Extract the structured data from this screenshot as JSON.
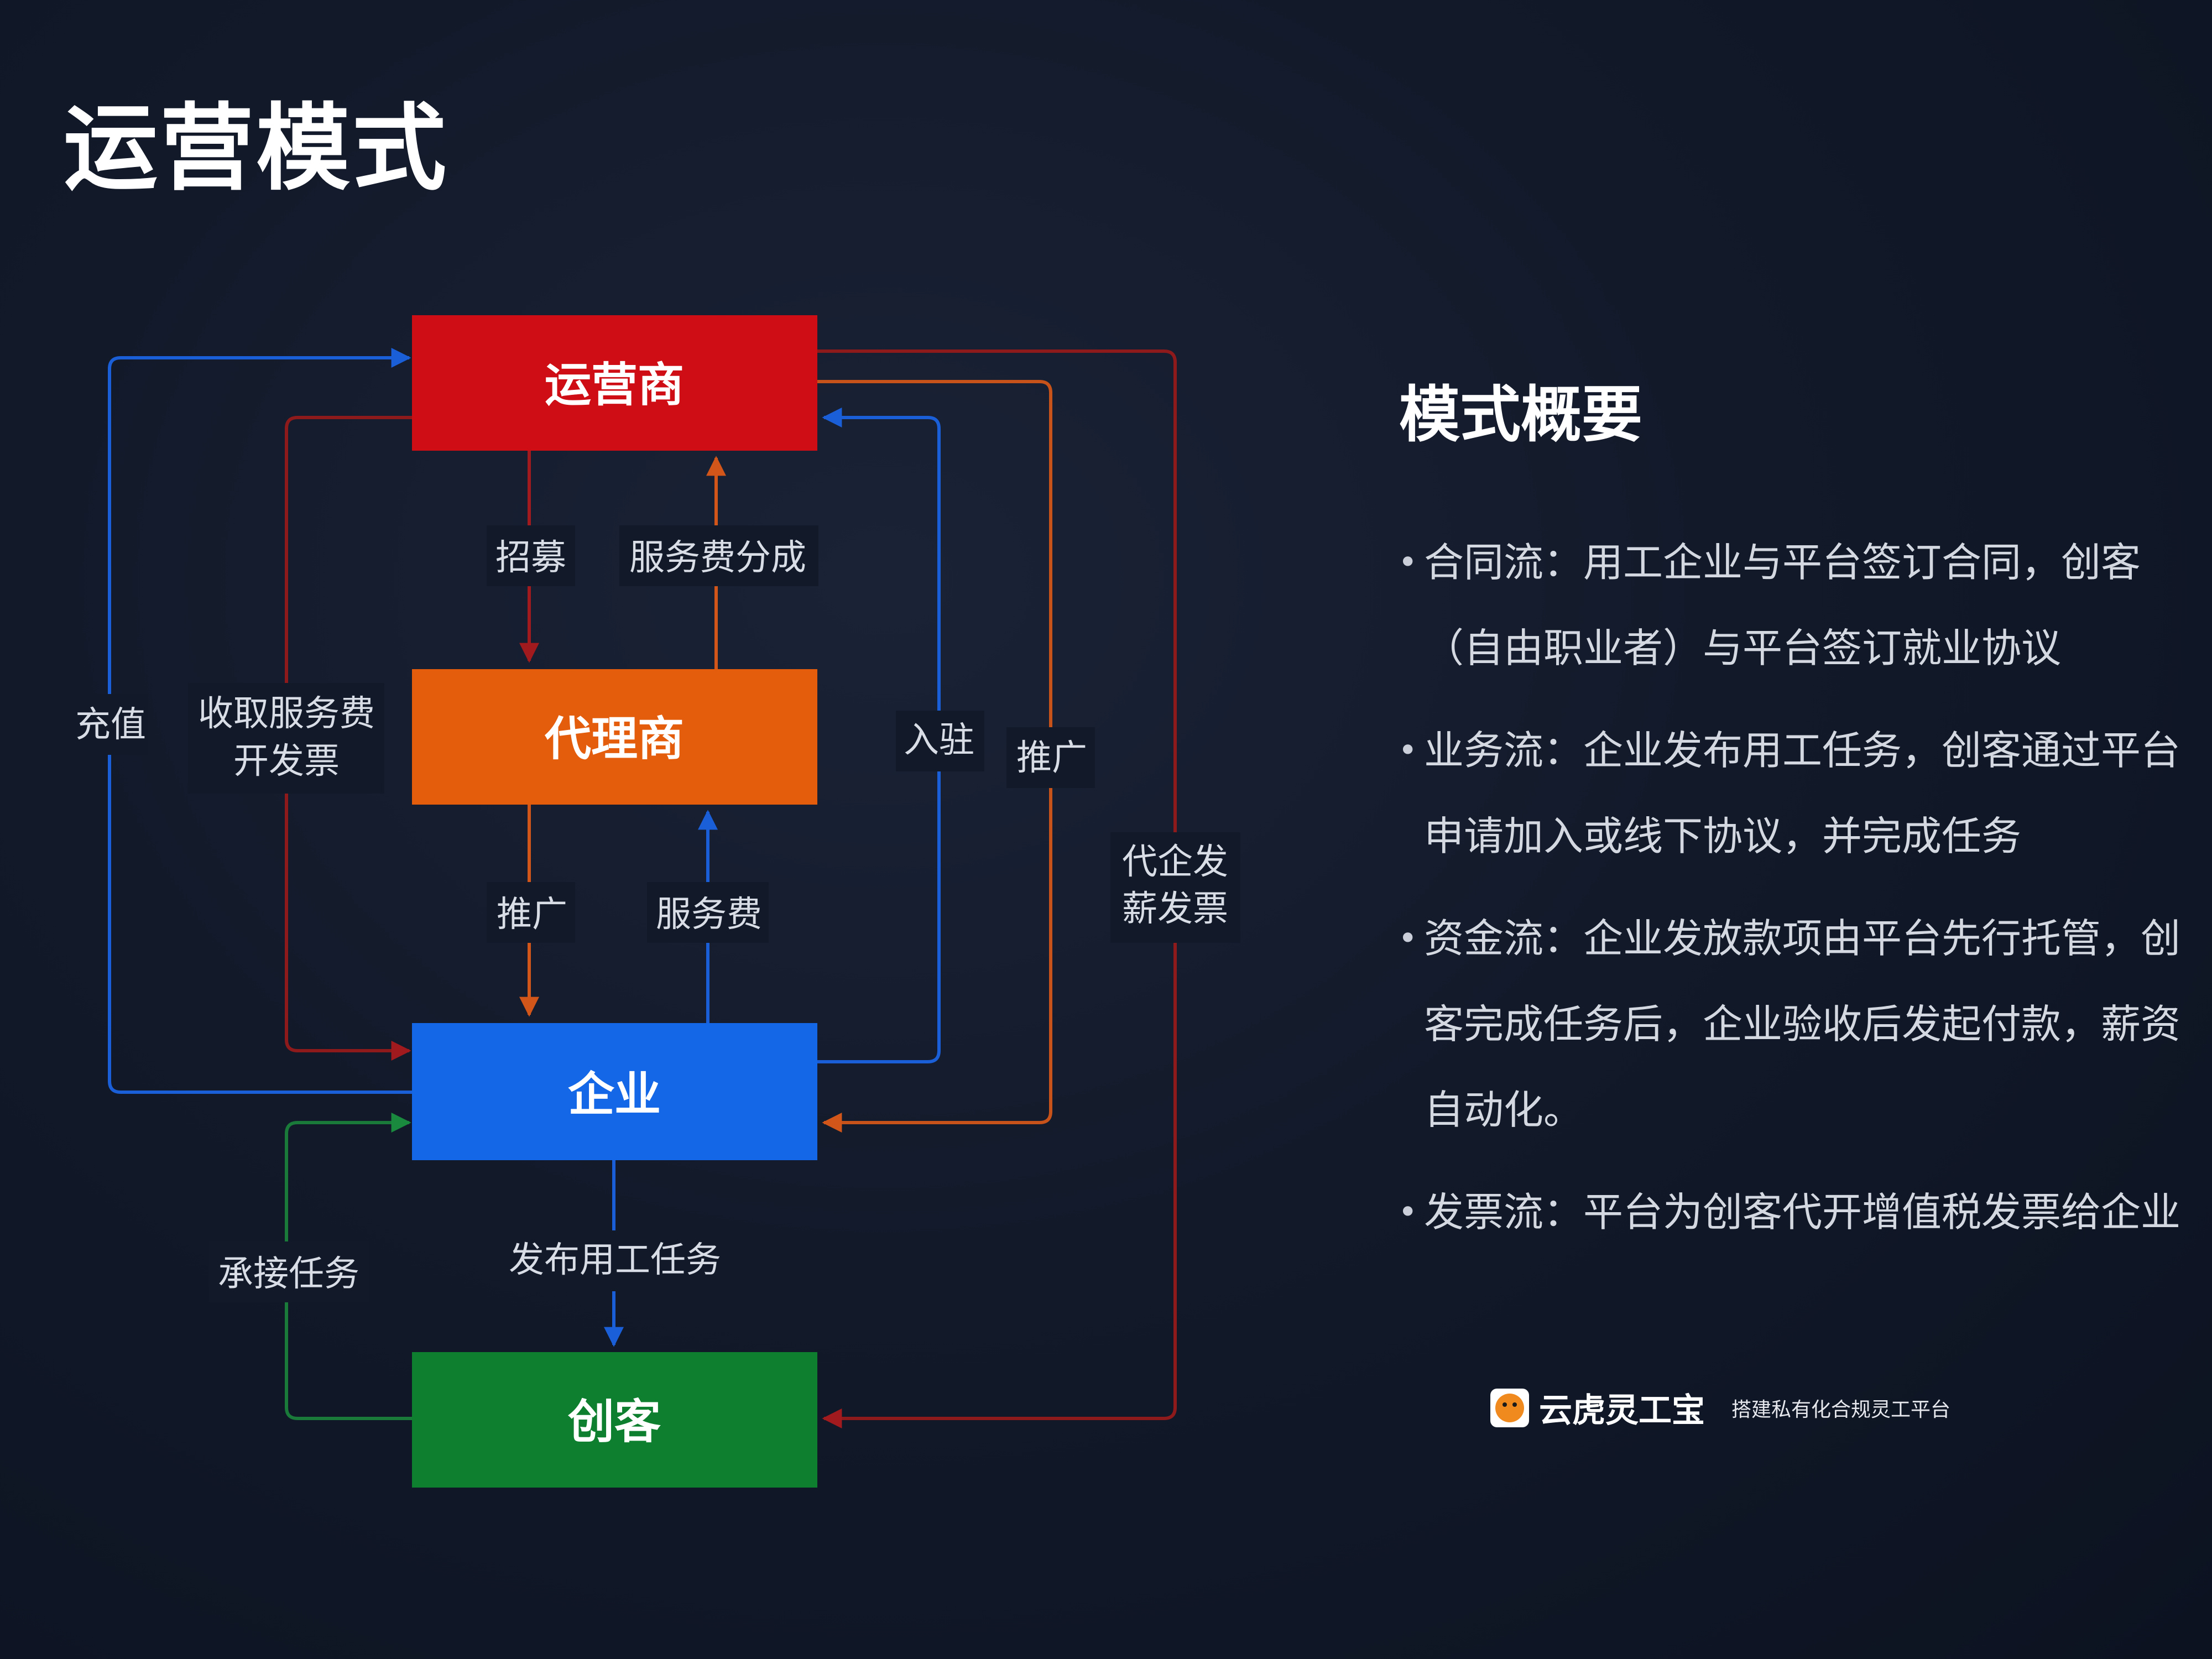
{
  "title": "运营模式",
  "nodes": {
    "operator": "运营商",
    "agent": "代理商",
    "enterprise": "企业",
    "creator": "创客"
  },
  "flows": {
    "recharge": "充值",
    "collect_fee_line1": "收取服务费",
    "collect_fee_line2": "开发票",
    "recruit": "招募",
    "fee_share": "服务费分成",
    "settle_in": "入驻",
    "promote_top": "推广",
    "issue_invoice_line1": "代企发",
    "issue_invoice_line2": "薪发票",
    "promote_mid": "推广",
    "service_fee": "服务费",
    "accept_task": "承接任务",
    "publish_task": "发布用工任务"
  },
  "summary": {
    "title": "模式概要",
    "items": [
      "合同流：用工企业与平台签订合同，创客（自由职业者）与平台签订就业协议",
      "业务流：企业发布用工任务，创客通过平台申请加入或线下协议，并完成任务",
      "资金流：企业发放款项由平台先行托管，创客完成任务后，企业验收后发起付款，薪资自动化。",
      "发票流：平台为创客代开增值税发票给企业"
    ]
  },
  "footer": {
    "brand_name": "云虎灵工宝",
    "slogan": "搭建私有化合规灵工平台"
  },
  "colors": {
    "operator": "#cf0d14",
    "agent": "#e35d0d",
    "enterprise": "#1467e6",
    "creator": "#0d7f2e",
    "blue_line": "#1a5fd8",
    "red_line": "#8f1a1c",
    "orange_line": "#c7521a",
    "green_line": "#1a7a3a"
  },
  "icons": [
    "tiger-logo-icon"
  ]
}
